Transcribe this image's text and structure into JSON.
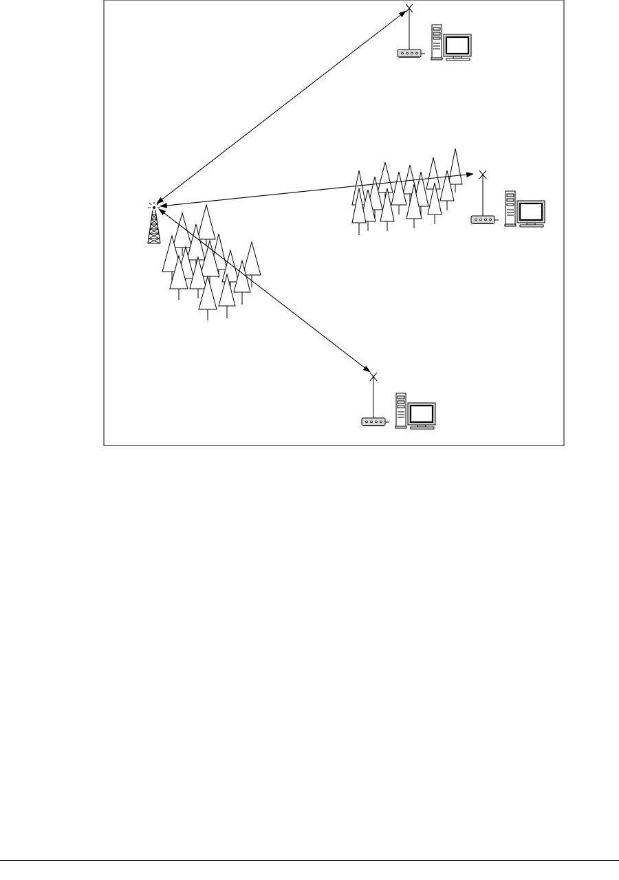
{
  "diagram": {
    "nodes": [
      {
        "id": "base-tower",
        "kind": "transmission-tower",
        "icon": "radio-tower-icon"
      },
      {
        "id": "station-top",
        "kind": "subscriber-station",
        "icon": "computer-modem-antenna-icon"
      },
      {
        "id": "station-middle",
        "kind": "subscriber-station",
        "icon": "computer-modem-antenna-icon"
      },
      {
        "id": "station-bottom",
        "kind": "subscriber-station",
        "icon": "computer-modem-antenna-icon"
      }
    ],
    "links": [
      {
        "from": "base-tower",
        "to": "station-top",
        "bidirectional": true,
        "obstructed": false
      },
      {
        "from": "base-tower",
        "to": "station-middle",
        "bidirectional": true,
        "obstructed": true
      },
      {
        "from": "base-tower",
        "to": "station-bottom",
        "bidirectional": true,
        "obstructed": true
      }
    ],
    "obstacles": [
      {
        "id": "forest-near-tower",
        "icon": "tree-icon"
      },
      {
        "id": "forest-middle-path",
        "icon": "tree-icon"
      }
    ],
    "colors": {
      "stroke": "#000000",
      "fill": "#ffffff",
      "modem": "#d9d9d9"
    }
  }
}
